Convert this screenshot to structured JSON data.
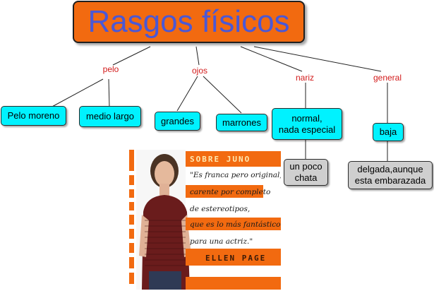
{
  "title": "Rasgos físicos",
  "links": {
    "pelo": "pelo",
    "ojos": "ojos",
    "nariz": "nariz",
    "general": "general"
  },
  "nodes": {
    "pelo_moreno": "Pelo moreno",
    "medio_largo": "medio largo",
    "grandes": "grandes",
    "marrones": "marrones",
    "normal": "normal,\nnada especial",
    "baja": "baja",
    "un_poco_chata": "un poco\nchata",
    "delgada": "delgada,aunque\nesta embarazada"
  },
  "poster": {
    "heading": "SOBRE JUNO",
    "quote_lines": [
      "\"Es franca pero original,",
      "carente por completo",
      "de estereotipos,",
      "que es lo más fantástico",
      "para una actriz.\""
    ],
    "author": "ELLEN PAGE"
  },
  "colors": {
    "title_fill": "#f26a10",
    "title_text": "#4a58d6",
    "node_fill": "#00f2ff",
    "node_gray": "#cfcfcf",
    "link_text": "#d21a1a"
  }
}
